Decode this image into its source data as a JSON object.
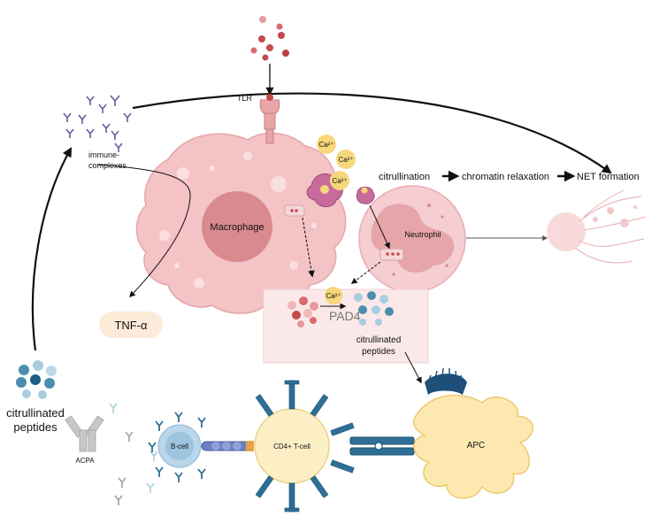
{
  "labels": {
    "tlr": "TLR",
    "immune_complexes_line1": "immune-",
    "immune_complexes_line2": "complexes",
    "macrophage": "Macrophage",
    "tnf_alpha": "TNF-α",
    "calcium": "Ca²⁺",
    "citrullination": "citrullination",
    "chromatin_relaxation": "chromatin relaxation",
    "net_formation": "NET formation",
    "neutrophil": "Neutrophil",
    "pad4": "PAD4",
    "citrullinated_peptides_center_line1": "citrullinated",
    "citrullinated_peptides_center_line2": "peptides",
    "citrullinated_peptides_left_line1": "citrullinated",
    "citrullinated_peptides_left_line2": "peptides",
    "acpa": "ACPA",
    "b_cell": "B-cell",
    "cd4_t_cell": "CD4+ T-cell",
    "apc": "APC"
  },
  "colors": {
    "macrophage_body": "#f4c3c6",
    "macrophage_nucleus": "#d98a8e",
    "neutrophil_body": "#f6cdd0",
    "neutrophil_nucleus": "#e29ea2",
    "calcium": "#f6d77c",
    "b_cell": "#b9d6ea",
    "t_cell": "#fcefc6",
    "apc": "#fde9b0",
    "receptor_blue": "#2f6f96",
    "antibody_purple": "#6b5a9c",
    "antigen_red": "#c44a4f",
    "peptide_teal": "#4b8fae",
    "tnf_box": "#fdebd9",
    "pad4_box": "#fbe9e9"
  }
}
